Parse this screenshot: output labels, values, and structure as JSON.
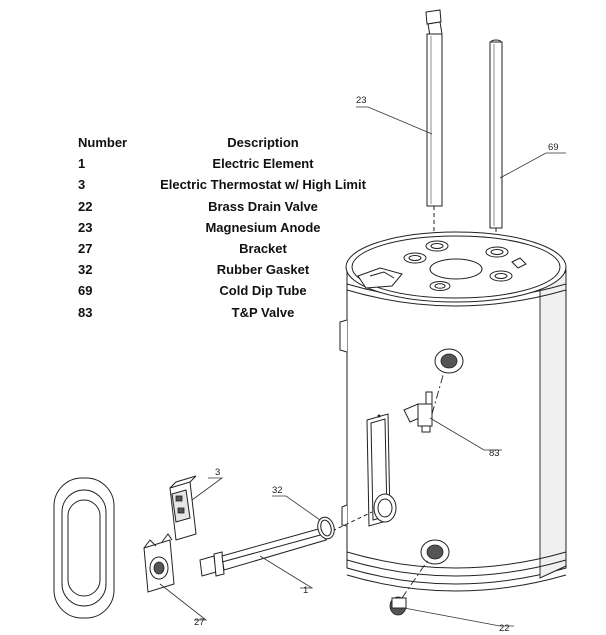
{
  "parts_table": {
    "header": {
      "number": "Number",
      "description": "Description"
    },
    "rows": [
      {
        "number": "1",
        "description": "Electric Element"
      },
      {
        "number": "3",
        "description": "Electric Thermostat w/ High Limit"
      },
      {
        "number": "22",
        "description": "Brass Drain Valve"
      },
      {
        "number": "23",
        "description": "Magnesium Anode"
      },
      {
        "number": "27",
        "description": "Bracket"
      },
      {
        "number": "32",
        "description": "Rubber Gasket"
      },
      {
        "number": "69",
        "description": "Cold Dip Tube"
      },
      {
        "number": "83",
        "description": "T&P Valve"
      }
    ]
  },
  "callouts": {
    "c1": "1",
    "c3": "3",
    "c22": "22",
    "c23": "23",
    "c27": "27",
    "c32": "32",
    "c69": "69",
    "c83": "83"
  }
}
